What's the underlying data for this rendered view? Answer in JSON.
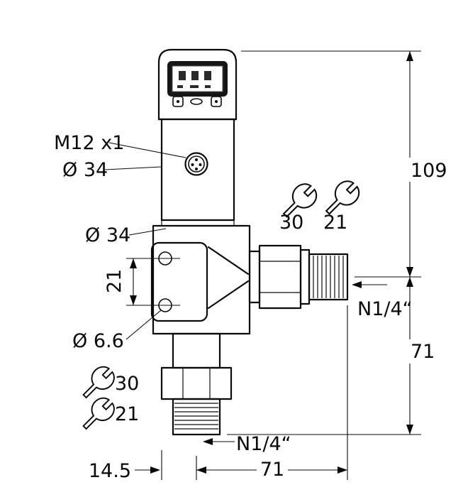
{
  "style": {
    "background": "#ffffff",
    "line_color": "#0a0a0a"
  },
  "annotations": {
    "m12_thread": "M12 x1",
    "head_diameter": "Ø 34",
    "body_diameter": "Ø 34",
    "hole_pitch": "21",
    "hole_diameter": "Ø 6.6",
    "side_wrench_size_1": "30",
    "side_wrench_size_2": "21",
    "bottom_wrench_size_1": "30",
    "bottom_wrench_size_2": "21",
    "side_port_thread": "N1/4“",
    "bottom_port_thread": "N1/4“"
  },
  "dimensions": {
    "overall_height": "109",
    "lower_height": "71",
    "bottom_offset": "14.5",
    "bottom_width": "71"
  }
}
